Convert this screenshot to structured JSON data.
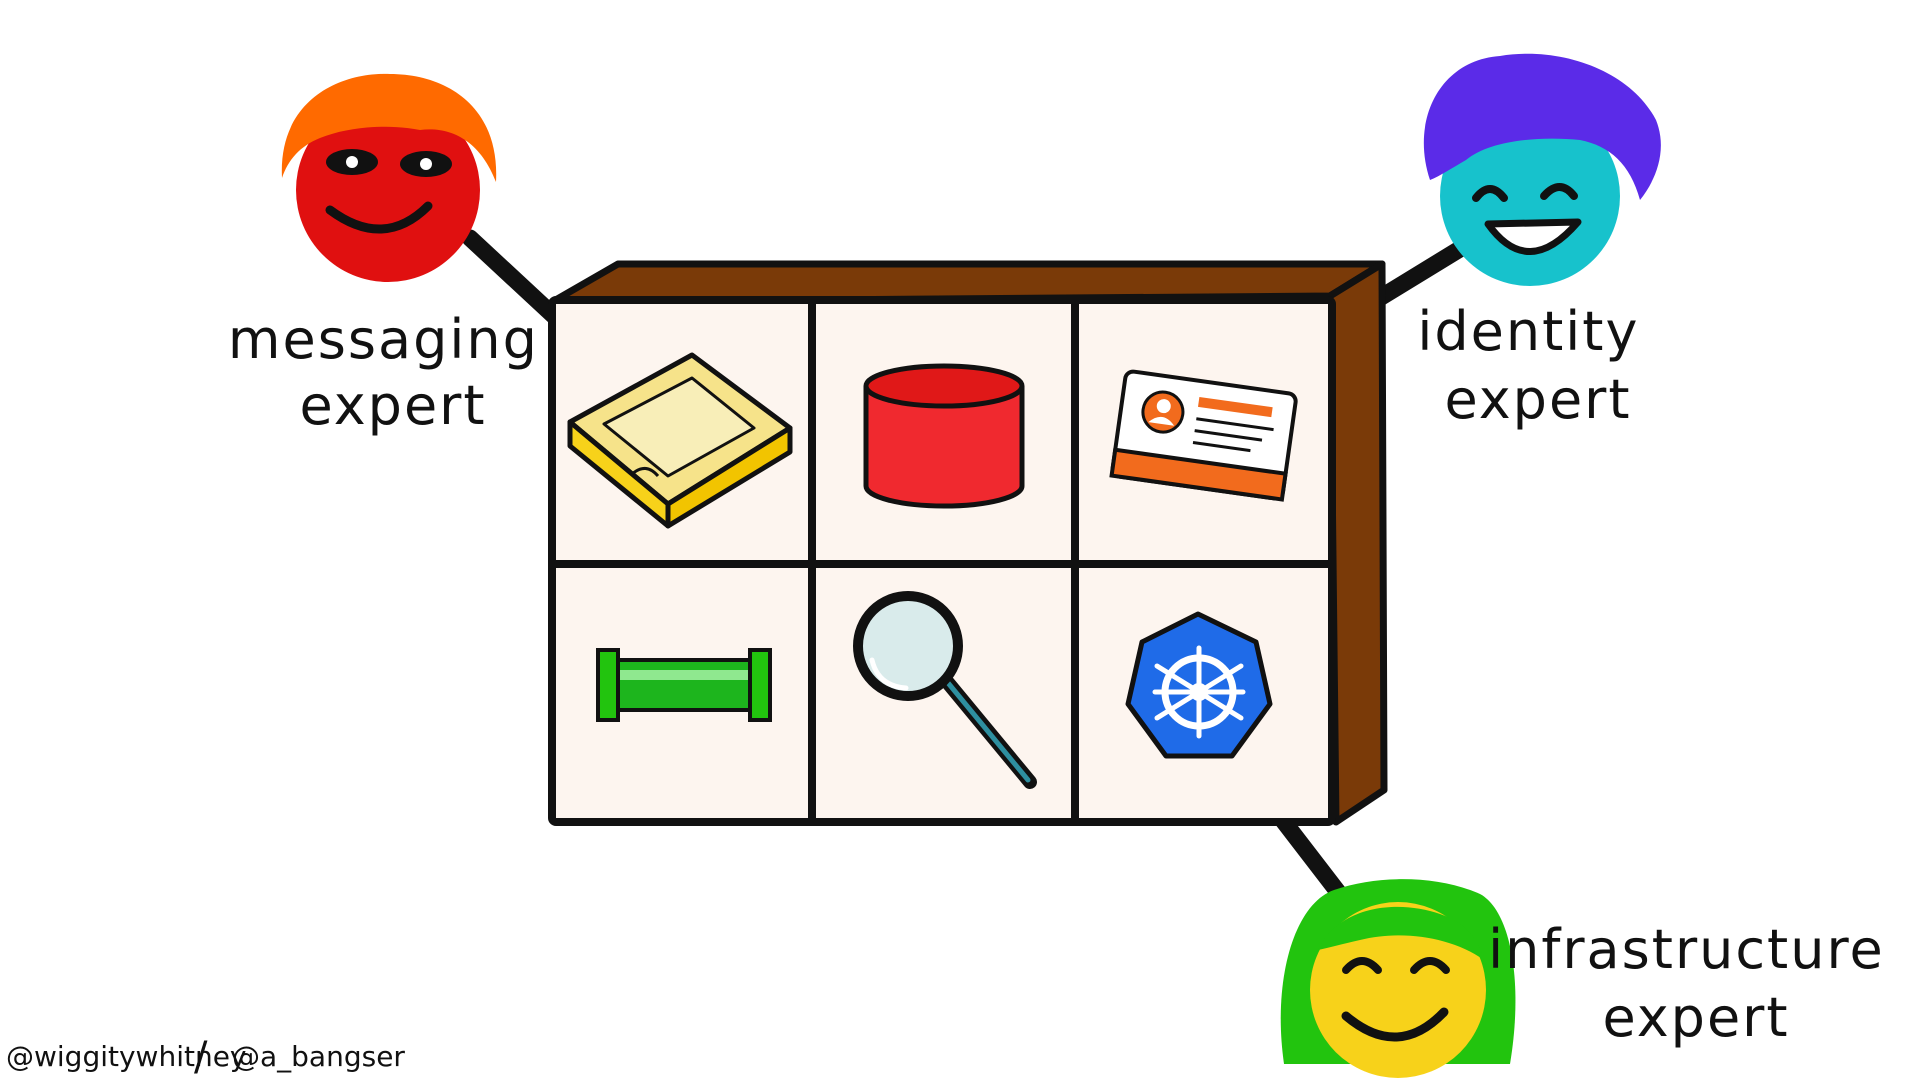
{
  "experts": [
    {
      "id": "messaging",
      "line1": "messaging",
      "line2": "expert",
      "hair_color": "#FF6A00",
      "face_color": "#E01010"
    },
    {
      "id": "identity",
      "line1": "identity",
      "line2": "expert",
      "hair_color": "#5B2BE8",
      "face_color": "#17C2CC"
    },
    {
      "id": "infrastructure",
      "line1": "infrastructure",
      "line2": "expert",
      "hair_color": "#22C40E",
      "face_color": "#F7D21A"
    }
  ],
  "shelf": {
    "frame_color": "#7A3A08",
    "cell_bg": "#FDF5EF",
    "items": [
      {
        "icon": "inbox-tray-icon",
        "color": "#F7D21A"
      },
      {
        "icon": "database-cylinder-icon",
        "color": "#F0292F"
      },
      {
        "icon": "id-card-icon",
        "color": "#F26B1D"
      },
      {
        "icon": "green-pipe-icon",
        "color": "#1DB51D"
      },
      {
        "icon": "magnifying-glass-icon",
        "color": "#D9EBEB"
      },
      {
        "icon": "kubernetes-helm-icon",
        "color": "#1F6BE8"
      }
    ]
  },
  "credits": {
    "left": "@wiggitywhitney",
    "separator": "/",
    "right": "@a_bangser"
  }
}
